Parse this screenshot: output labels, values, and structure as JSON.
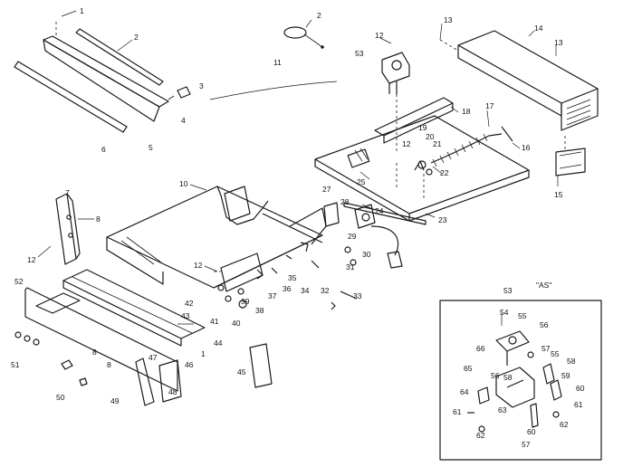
{
  "inset": {
    "title": "\"AS\"",
    "ref": "53"
  },
  "callouts": [
    "1",
    "2",
    "2",
    "3",
    "4",
    "5",
    "6",
    "11",
    "12",
    "13",
    "13",
    "14",
    "53",
    "18",
    "17",
    "16",
    "19",
    "20",
    "21",
    "12",
    "22",
    "25",
    "24",
    "23",
    "15",
    "10",
    "27",
    "28",
    "29",
    "30",
    "31",
    "7",
    "8",
    "12",
    "12",
    "42",
    "39",
    "38",
    "37",
    "36",
    "35",
    "34",
    "33",
    "32",
    "41",
    "40",
    "43",
    "44",
    "46",
    "1",
    "52",
    "51",
    "8",
    "8",
    "50",
    "49",
    "47",
    "48",
    "45",
    "54",
    "55",
    "56",
    "57",
    "55",
    "58",
    "59",
    "60",
    "61",
    "66",
    "65",
    "56",
    "58",
    "64",
    "63",
    "61",
    "62",
    "60",
    "57",
    "62"
  ]
}
